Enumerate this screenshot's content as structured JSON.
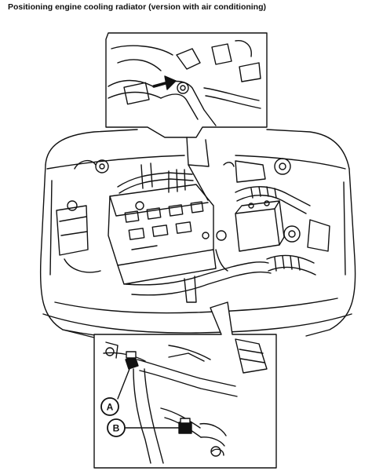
{
  "page": {
    "title": "Positioning engine cooling radiator (version with air conditioning)"
  },
  "callouts": [
    {
      "id": "A",
      "label": "A"
    },
    {
      "id": "B",
      "label": "B"
    }
  ],
  "colors": {
    "ink": "#111111",
    "paper": "#ffffff"
  }
}
